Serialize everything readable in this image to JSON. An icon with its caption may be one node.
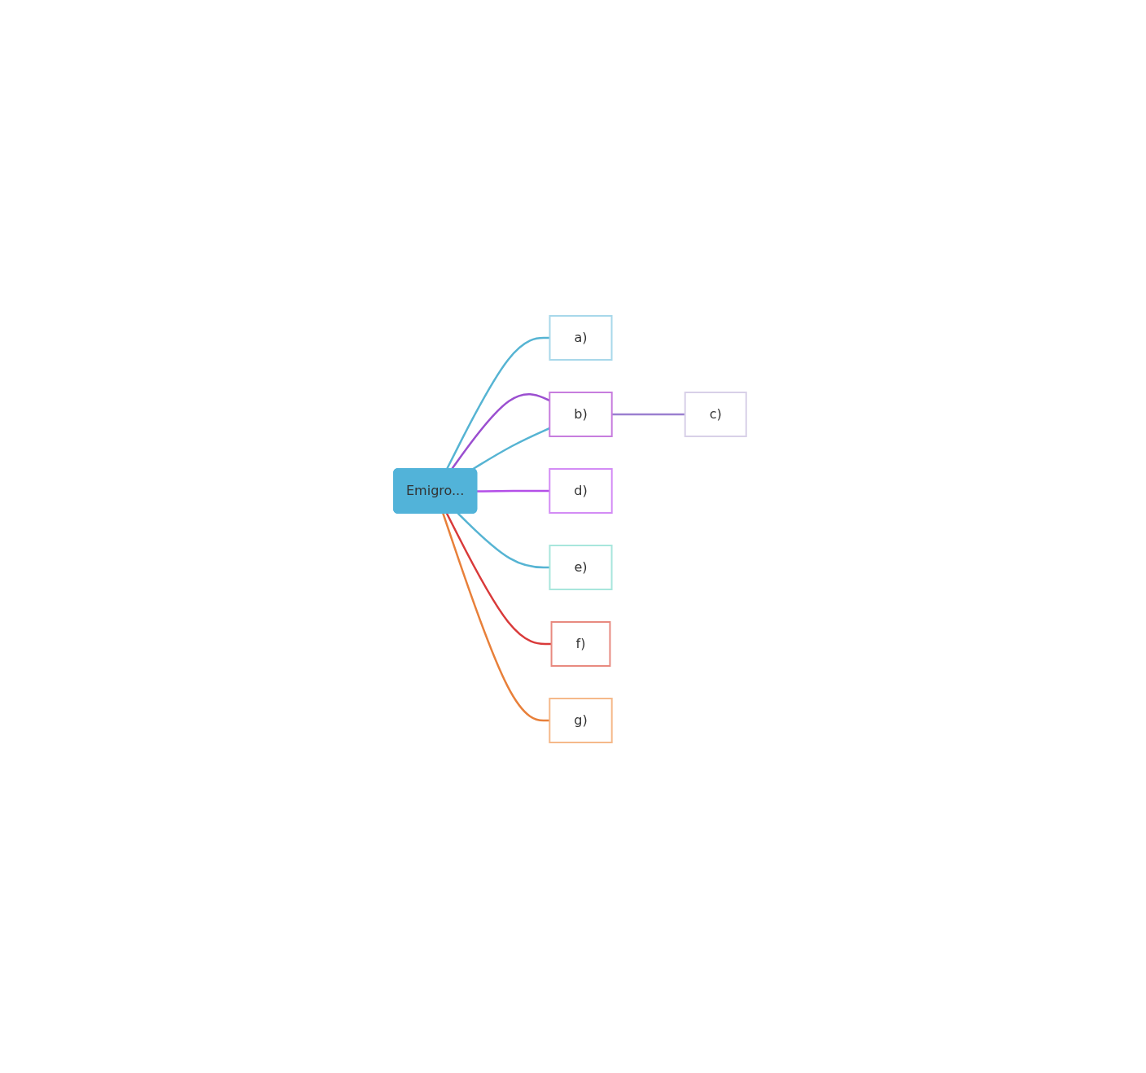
{
  "diagram": {
    "nodes": [
      {
        "text": [
          "Emigro..."
        ]
      },
      {
        "text": [
          "a)"
        ]
      },
      {
        "text": [
          "b)"
        ]
      },
      {
        "text": [
          "c)"
        ]
      },
      {
        "text": [
          "d)"
        ]
      },
      {
        "text": [
          "e)"
        ]
      },
      {
        "text": [
          "f)"
        ]
      },
      {
        "text": [
          "g)"
        ]
      }
    ],
    "edges": [
      {
        "from": 0,
        "to": 1,
        "arrow": "none"
      },
      {
        "from": 0,
        "to": 2,
        "arrow": "none",
        "color": "#9b4fd0"
      },
      {
        "from": 0,
        "to": 2,
        "arrow": "none"
      },
      {
        "from": 2,
        "to": 3,
        "arrow": "none",
        "color": "#9b7fd0"
      },
      {
        "from": 0,
        "to": 4,
        "arrow": "none",
        "color": "#b44fe8"
      },
      {
        "from": 0,
        "to": 5,
        "arrow": "none"
      },
      {
        "from": 0,
        "to": 6,
        "arrow": "none",
        "color": "#d93a3a"
      },
      {
        "from": 0,
        "to": 7,
        "arrow": "none",
        "color": "#e8803a"
      }
    ]
  }
}
